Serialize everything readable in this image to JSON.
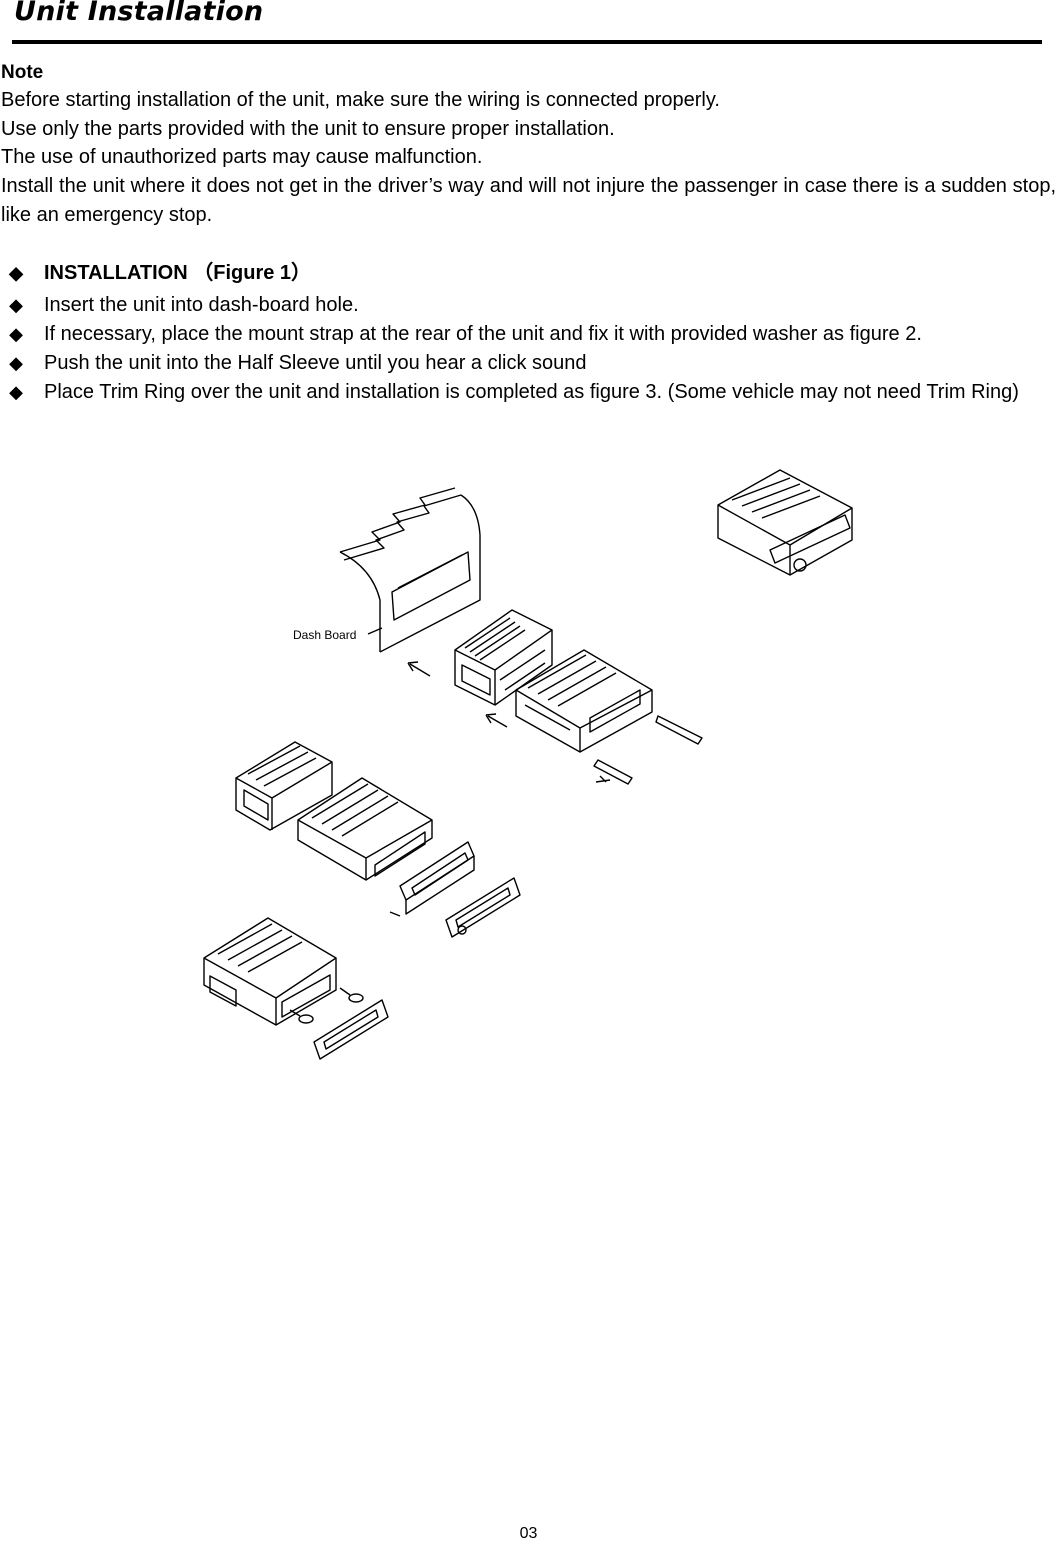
{
  "header": {
    "title": "Unit Installation"
  },
  "note": {
    "heading": "Note",
    "lines": [
      "Before starting installation of the unit, make sure the wiring is connected properly.",
      "Use only the parts provided with the unit to ensure proper installation.",
      "The use of unauthorized parts may cause malfunction.",
      "Install the unit where it does not get in the driver’s way and will not injure the passenger in case there is a sudden stop, like an emergency stop."
    ]
  },
  "installation": {
    "heading": "INSTALLATION",
    "figure_ref": "（Figure 1）",
    "bullet_icon": "diamond-bullet",
    "steps": [
      "Insert the unit into dash-board hole.",
      "If necessary, place the mount strap at the rear of the unit and fix it with provided washer as figure 2.",
      "Push the unit into the Half Sleeve until you hear a click sound",
      "Place Trim Ring over the unit and installation is completed as figure 3. (Some vehicle may not need Trim Ring)"
    ]
  },
  "figure": {
    "dash_label": "Dash Board"
  },
  "footer": {
    "page_number": "03"
  }
}
